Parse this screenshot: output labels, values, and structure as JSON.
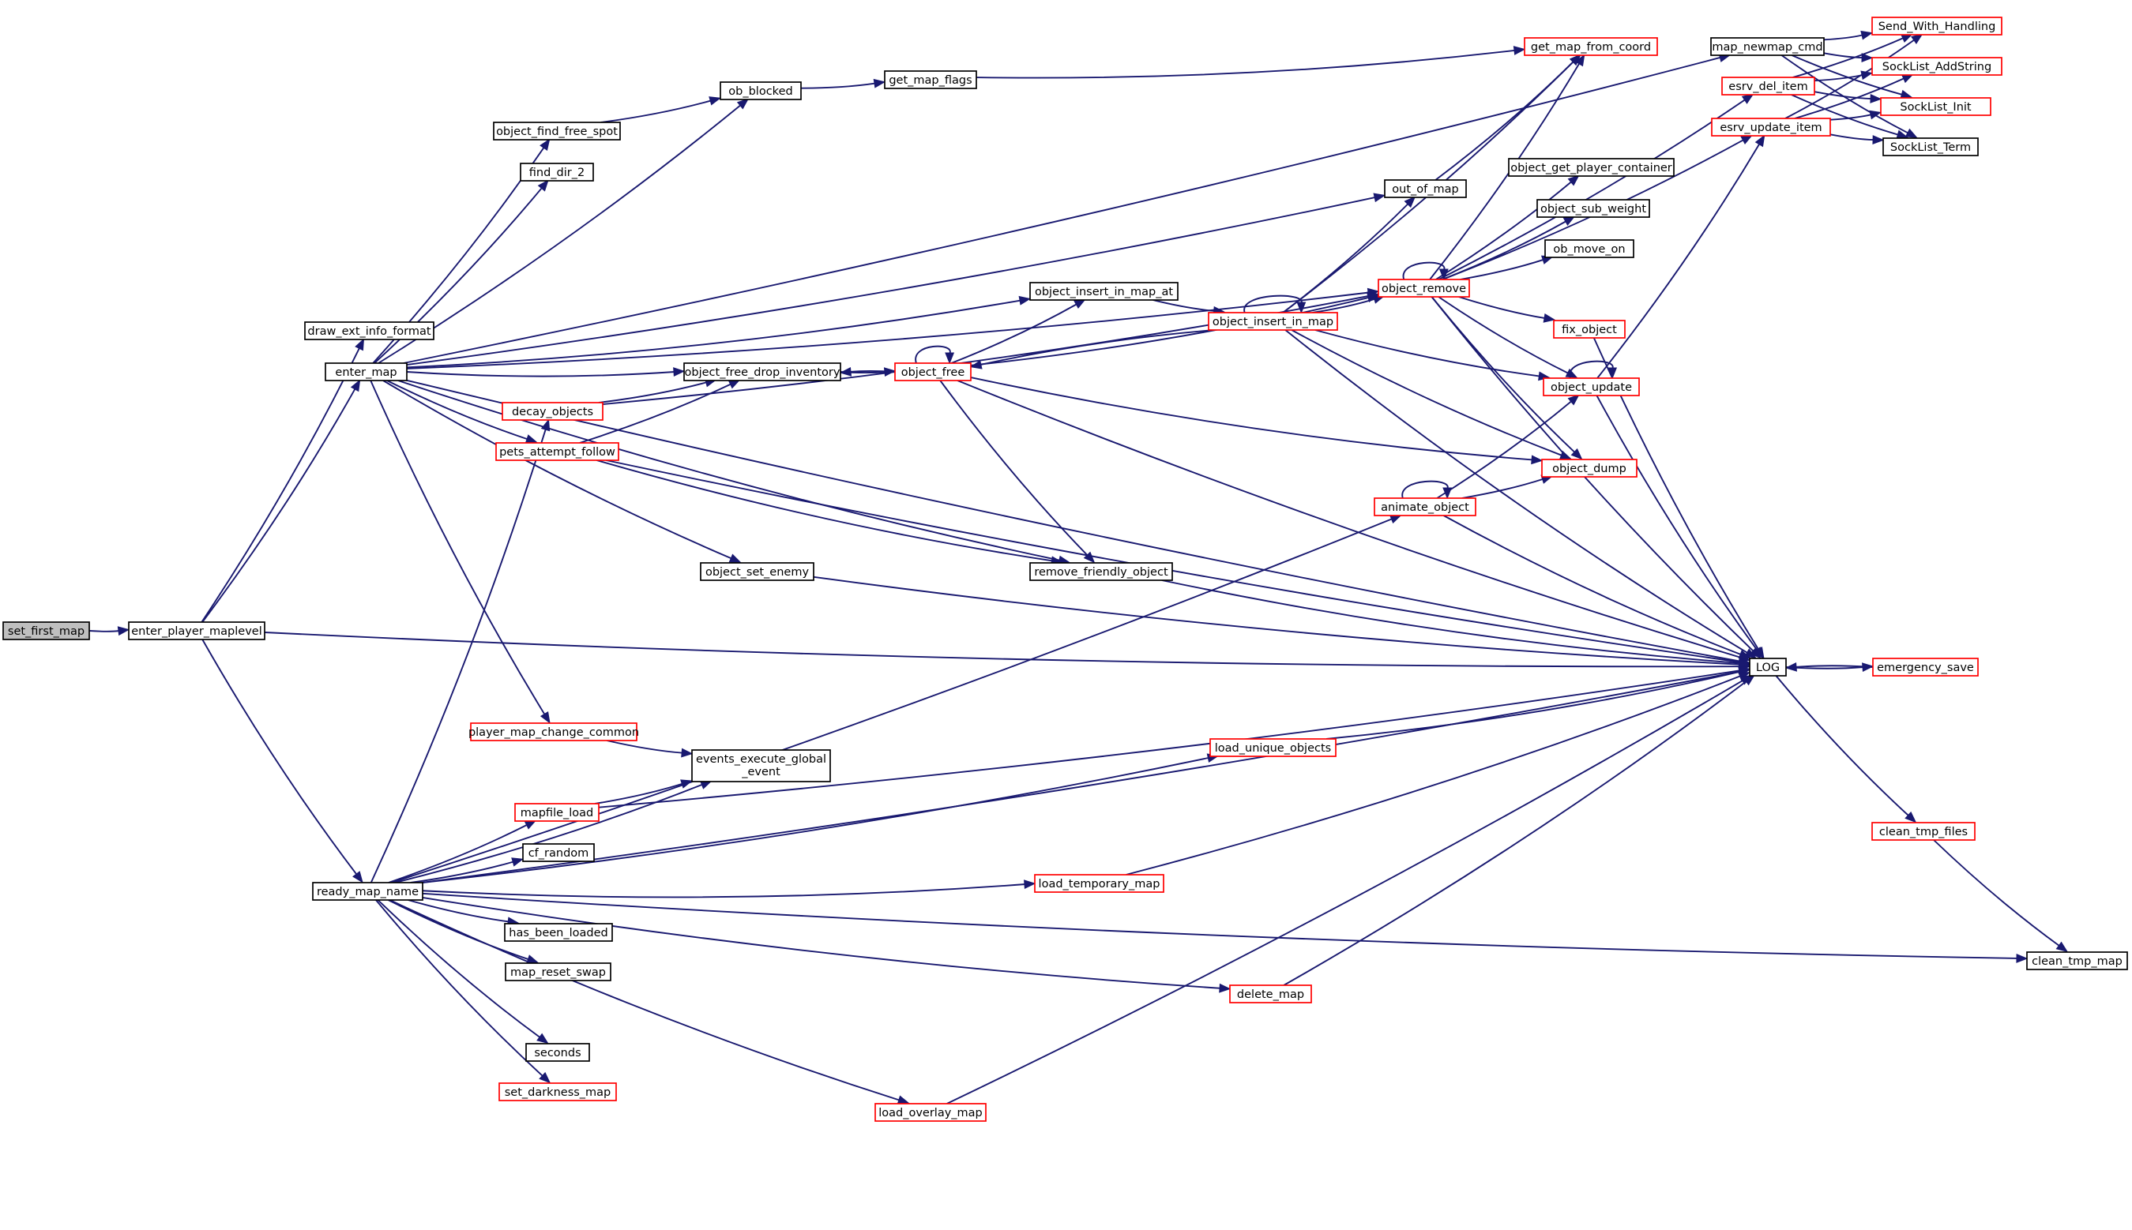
{
  "colors": {
    "edge": "#191970",
    "border_default": "#000000",
    "border_truncated": "#ff0000",
    "fill_focus": "#bfbfbf",
    "fill_default": "#ffffff"
  },
  "nodes": [
    {
      "id": "set_first_map",
      "label": "set_first_map",
      "style": "focus"
    },
    {
      "id": "enter_player_maplevel",
      "label": "enter_player_maplevel",
      "style": "normal"
    },
    {
      "id": "draw_ext_info_format",
      "label": "draw_ext_info_format",
      "style": "normal"
    },
    {
      "id": "enter_map",
      "label": "enter_map",
      "style": "normal"
    },
    {
      "id": "ready_map_name",
      "label": "ready_map_name",
      "style": "normal"
    },
    {
      "id": "object_find_free_spot",
      "label": "object_find_free_spot",
      "style": "normal"
    },
    {
      "id": "find_dir_2",
      "label": "find_dir_2",
      "style": "normal"
    },
    {
      "id": "ob_blocked",
      "label": "ob_blocked",
      "style": "normal"
    },
    {
      "id": "get_map_flags",
      "label": "get_map_flags",
      "style": "normal"
    },
    {
      "id": "get_map_from_coord",
      "label": "get_map_from_coord",
      "style": "red"
    },
    {
      "id": "map_newmap_cmd",
      "label": "map_newmap_cmd",
      "style": "normal"
    },
    {
      "id": "Send_With_Handling",
      "label": "Send_With_Handling",
      "style": "red"
    },
    {
      "id": "SockList_AddString",
      "label": "SockList_AddString",
      "style": "red"
    },
    {
      "id": "SockList_Init",
      "label": "SockList_Init",
      "style": "red"
    },
    {
      "id": "SockList_Term",
      "label": "SockList_Term",
      "style": "normal"
    },
    {
      "id": "esrv_del_item",
      "label": "esrv_del_item",
      "style": "red"
    },
    {
      "id": "esrv_update_item",
      "label": "esrv_update_item",
      "style": "red"
    },
    {
      "id": "out_of_map",
      "label": "out_of_map",
      "style": "normal"
    },
    {
      "id": "object_get_player_container",
      "label": "object_get_player_container",
      "style": "normal"
    },
    {
      "id": "object_sub_weight",
      "label": "object_sub_weight",
      "style": "normal"
    },
    {
      "id": "ob_move_on",
      "label": "ob_move_on",
      "style": "normal"
    },
    {
      "id": "object_remove",
      "label": "object_remove",
      "style": "red"
    },
    {
      "id": "fix_object",
      "label": "fix_object",
      "style": "red"
    },
    {
      "id": "object_insert_in_map_at",
      "label": "object_insert_in_map_at",
      "style": "normal"
    },
    {
      "id": "object_insert_in_map",
      "label": "object_insert_in_map",
      "style": "red"
    },
    {
      "id": "object_free_drop_inventory",
      "label": "object_free_drop_inventory",
      "style": "normal"
    },
    {
      "id": "object_free",
      "label": "object_free",
      "style": "red"
    },
    {
      "id": "object_update",
      "label": "object_update",
      "style": "red"
    },
    {
      "id": "decay_objects",
      "label": "decay_objects",
      "style": "red"
    },
    {
      "id": "pets_attempt_follow",
      "label": "pets_attempt_follow",
      "style": "red"
    },
    {
      "id": "object_dump",
      "label": "object_dump",
      "style": "red"
    },
    {
      "id": "animate_object",
      "label": "animate_object",
      "style": "red"
    },
    {
      "id": "object_set_enemy",
      "label": "object_set_enemy",
      "style": "normal"
    },
    {
      "id": "remove_friendly_object",
      "label": "remove_friendly_object",
      "style": "normal"
    },
    {
      "id": "LOG",
      "label": "LOG",
      "style": "normal"
    },
    {
      "id": "emergency_save",
      "label": "emergency_save",
      "style": "red"
    },
    {
      "id": "player_map_change_common",
      "label": "player_map_change_common",
      "style": "red"
    },
    {
      "id": "events_execute_global_event",
      "label": "events_execute_global\n_event",
      "style": "normal"
    },
    {
      "id": "load_unique_objects",
      "label": "load_unique_objects",
      "style": "red"
    },
    {
      "id": "mapfile_load",
      "label": "mapfile_load",
      "style": "red"
    },
    {
      "id": "clean_tmp_files",
      "label": "clean_tmp_files",
      "style": "red"
    },
    {
      "id": "cf_random",
      "label": "cf_random",
      "style": "normal"
    },
    {
      "id": "load_temporary_map",
      "label": "load_temporary_map",
      "style": "red"
    },
    {
      "id": "has_been_loaded",
      "label": "has_been_loaded",
      "style": "normal"
    },
    {
      "id": "map_reset_swap",
      "label": "map_reset_swap",
      "style": "normal"
    },
    {
      "id": "clean_tmp_map",
      "label": "clean_tmp_map",
      "style": "normal"
    },
    {
      "id": "delete_map",
      "label": "delete_map",
      "style": "red"
    },
    {
      "id": "seconds",
      "label": "seconds",
      "style": "normal"
    },
    {
      "id": "set_darkness_map",
      "label": "set_darkness_map",
      "style": "red"
    },
    {
      "id": "load_overlay_map",
      "label": "load_overlay_map",
      "style": "red"
    }
  ],
  "edges": [
    [
      "set_first_map",
      "enter_player_maplevel"
    ],
    [
      "enter_player_maplevel",
      "draw_ext_info_format"
    ],
    [
      "enter_player_maplevel",
      "enter_map"
    ],
    [
      "enter_player_maplevel",
      "ready_map_name"
    ],
    [
      "enter_player_maplevel",
      "LOG"
    ],
    [
      "enter_map",
      "map_newmap_cmd"
    ],
    [
      "enter_map",
      "ob_blocked"
    ],
    [
      "enter_map",
      "object_find_free_spot"
    ],
    [
      "enter_map",
      "find_dir_2"
    ],
    [
      "enter_map",
      "out_of_map"
    ],
    [
      "enter_map",
      "object_remove"
    ],
    [
      "enter_map",
      "object_insert_in_map_at"
    ],
    [
      "enter_map",
      "object_free_drop_inventory"
    ],
    [
      "enter_map",
      "pets_attempt_follow"
    ],
    [
      "enter_map",
      "remove_friendly_object"
    ],
    [
      "enter_map",
      "object_set_enemy"
    ],
    [
      "enter_map",
      "player_map_change_common"
    ],
    [
      "enter_map",
      "LOG"
    ],
    [
      "object_find_free_spot",
      "ob_blocked"
    ],
    [
      "ob_blocked",
      "get_map_flags"
    ],
    [
      "get_map_flags",
      "get_map_from_coord"
    ],
    [
      "map_newmap_cmd",
      "Send_With_Handling"
    ],
    [
      "map_newmap_cmd",
      "SockList_AddString"
    ],
    [
      "map_newmap_cmd",
      "SockList_Init"
    ],
    [
      "map_newmap_cmd",
      "SockList_Term"
    ],
    [
      "esrv_del_item",
      "Send_With_Handling"
    ],
    [
      "esrv_del_item",
      "SockList_AddString"
    ],
    [
      "esrv_del_item",
      "SockList_Init"
    ],
    [
      "esrv_del_item",
      "SockList_Term"
    ],
    [
      "esrv_update_item",
      "Send_With_Handling"
    ],
    [
      "esrv_update_item",
      "SockList_AddString"
    ],
    [
      "esrv_update_item",
      "SockList_Init"
    ],
    [
      "esrv_update_item",
      "SockList_Term"
    ],
    [
      "out_of_map",
      "get_map_from_coord"
    ],
    [
      "object_remove",
      "get_map_from_coord"
    ],
    [
      "object_remove",
      "esrv_del_item"
    ],
    [
      "object_remove",
      "esrv_update_item"
    ],
    [
      "object_remove",
      "object_get_player_container"
    ],
    [
      "object_remove",
      "object_sub_weight"
    ],
    [
      "object_remove",
      "ob_move_on"
    ],
    [
      "object_remove",
      "object_remove"
    ],
    [
      "object_remove",
      "fix_object"
    ],
    [
      "object_remove",
      "object_update"
    ],
    [
      "object_remove",
      "object_dump"
    ],
    [
      "object_remove",
      "LOG"
    ],
    [
      "object_insert_in_map_at",
      "object_insert_in_map"
    ],
    [
      "object_insert_in_map",
      "get_map_from_coord"
    ],
    [
      "object_insert_in_map",
      "out_of_map"
    ],
    [
      "object_insert_in_map",
      "object_insert_in_map"
    ],
    [
      "object_insert_in_map",
      "object_remove"
    ],
    [
      "object_insert_in_map",
      "object_free"
    ],
    [
      "object_insert_in_map",
      "object_update"
    ],
    [
      "object_insert_in_map",
      "object_dump"
    ],
    [
      "object_insert_in_map",
      "LOG"
    ],
    [
      "object_free_drop_inventory",
      "object_free"
    ],
    [
      "object_free",
      "object_free_drop_inventory"
    ],
    [
      "object_free",
      "object_free"
    ],
    [
      "object_free",
      "object_insert_in_map_at"
    ],
    [
      "object_free",
      "object_remove"
    ],
    [
      "object_free",
      "object_dump"
    ],
    [
      "object_free",
      "remove_friendly_object"
    ],
    [
      "object_free",
      "LOG"
    ],
    [
      "fix_object",
      "LOG"
    ],
    [
      "object_update",
      "object_update"
    ],
    [
      "object_update",
      "esrv_update_item"
    ],
    [
      "object_update",
      "LOG"
    ],
    [
      "decay_objects",
      "object_free_drop_inventory"
    ],
    [
      "decay_objects",
      "object_remove"
    ],
    [
      "pets_attempt_follow",
      "object_free_drop_inventory"
    ],
    [
      "pets_attempt_follow",
      "remove_friendly_object"
    ],
    [
      "pets_attempt_follow",
      "LOG"
    ],
    [
      "animate_object",
      "animate_object"
    ],
    [
      "animate_object",
      "object_update"
    ],
    [
      "animate_object",
      "object_dump"
    ],
    [
      "animate_object",
      "LOG"
    ],
    [
      "object_set_enemy",
      "LOG"
    ],
    [
      "remove_friendly_object",
      "LOG"
    ],
    [
      "LOG",
      "emergency_save"
    ],
    [
      "LOG",
      "clean_tmp_files"
    ],
    [
      "emergency_save",
      "LOG"
    ],
    [
      "clean_tmp_files",
      "clean_tmp_map"
    ],
    [
      "player_map_change_common",
      "events_execute_global_event"
    ],
    [
      "load_unique_objects",
      "LOG"
    ],
    [
      "mapfile_load",
      "events_execute_global_event"
    ],
    [
      "mapfile_load",
      "LOG"
    ],
    [
      "ready_map_name",
      "decay_objects"
    ],
    [
      "ready_map_name",
      "animate_object"
    ],
    [
      "ready_map_name",
      "load_unique_objects"
    ],
    [
      "ready_map_name",
      "events_execute_global_event"
    ],
    [
      "ready_map_name",
      "mapfile_load"
    ],
    [
      "ready_map_name",
      "cf_random"
    ],
    [
      "ready_map_name",
      "load_temporary_map"
    ],
    [
      "ready_map_name",
      "has_been_loaded"
    ],
    [
      "ready_map_name",
      "map_reset_swap"
    ],
    [
      "ready_map_name",
      "delete_map"
    ],
    [
      "ready_map_name",
      "seconds"
    ],
    [
      "ready_map_name",
      "set_darkness_map"
    ],
    [
      "ready_map_name",
      "load_overlay_map"
    ],
    [
      "ready_map_name",
      "LOG"
    ],
    [
      "ready_map_name",
      "clean_tmp_map"
    ],
    [
      "load_temporary_map",
      "LOG"
    ],
    [
      "delete_map",
      "LOG"
    ],
    [
      "load_overlay_map",
      "LOG"
    ]
  ]
}
